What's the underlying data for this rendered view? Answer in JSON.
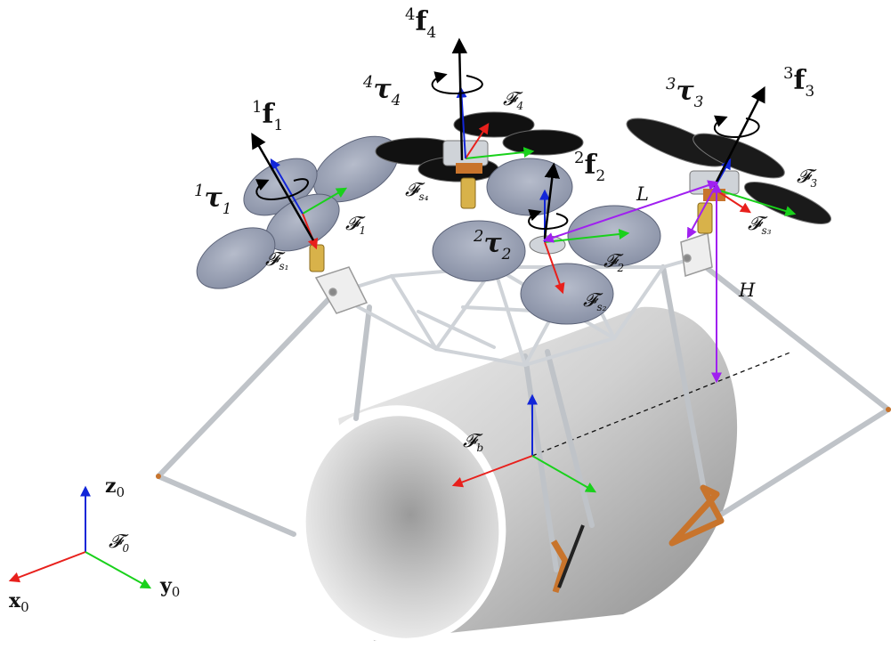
{
  "labels": {
    "f1": {
      "pre": "1",
      "main": "f",
      "sub": "1"
    },
    "tau1": {
      "pre": "1",
      "main": "τ",
      "sub": "1"
    },
    "f2": {
      "pre": "2",
      "main": "f",
      "sub": "2"
    },
    "tau2": {
      "pre": "2",
      "main": "τ",
      "sub": "2"
    },
    "f3": {
      "pre": "3",
      "main": "f",
      "sub": "3"
    },
    "tau3": {
      "pre": "3",
      "main": "τ",
      "sub": "3"
    },
    "f4": {
      "pre": "4",
      "main": "f",
      "sub": "4"
    },
    "tau4": {
      "pre": "4",
      "main": "τ",
      "sub": "4"
    },
    "F1": {
      "main": "𝓕",
      "sub": "1"
    },
    "F2": {
      "main": "𝓕",
      "sub": "2"
    },
    "F3": {
      "main": "𝓕",
      "sub": "3"
    },
    "F4": {
      "main": "𝓕",
      "sub": "4"
    },
    "Fs1": {
      "main": "𝓕",
      "sub": "s₁"
    },
    "Fs2": {
      "main": "𝓕",
      "sub": "s₂"
    },
    "Fs3": {
      "main": "𝓕",
      "sub": "s₃"
    },
    "Fs4": {
      "main": "𝓕",
      "sub": "s₄"
    },
    "Fb": {
      "main": "𝓕",
      "sub": "b"
    },
    "F0": {
      "main": "𝓕",
      "sub": "0"
    },
    "L": "L",
    "H": "H",
    "x0": {
      "main": "x",
      "sub": "0"
    },
    "y0": {
      "main": "y",
      "sub": "0"
    },
    "z0": {
      "main": "z",
      "sub": "0"
    }
  },
  "colors": {
    "x_axis": "#e8201c",
    "y_axis": "#19d11b",
    "z_axis": "#1226d8",
    "dimension": "#a020f0",
    "thrust": "#000000",
    "pipe": "#d8d8d8",
    "rotor": "#9aa2b6",
    "bracket": "#c8742c"
  },
  "icons": [
    "rotor-disc-icon",
    "frame-truss-icon",
    "pipe-icon",
    "gripper-icon",
    "rotation-arrow-icon"
  ]
}
